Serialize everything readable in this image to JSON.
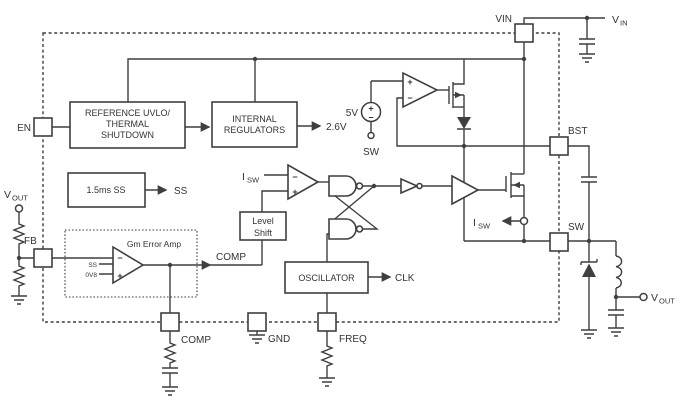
{
  "title": "switching-regulator-functional-block-diagram",
  "colors": {
    "line": "#3f3f3f",
    "text": "#333333",
    "background": "#ffffff"
  },
  "texts": {
    "pins": {
      "en": "EN",
      "fb": "FB",
      "vin": "VIN",
      "bst": "BST",
      "sw": "SW",
      "comp": "COMP",
      "gnd": "GND",
      "freq": "FREQ"
    },
    "blocks": {
      "ref1": "REFERENCE UVLO/",
      "ref2": "THERMAL",
      "ref3": "SHUTDOWN",
      "int1": "INTERNAL",
      "int2": "REGULATORS",
      "softstart": "1.5ms SS",
      "ls1": "Level",
      "ls2": "Shift",
      "osc": "OSCILLATOR",
      "gm": "Gm Error Amp"
    },
    "signals": {
      "v26": "2.6V",
      "v5": "5V",
      "sw_term": "SW",
      "ss_out": "SS",
      "ss_in": "SS",
      "ref0v8": "0V8",
      "comp_net": "COMP",
      "clk": "CLK"
    },
    "subscripted": {
      "v": "V",
      "in": "IN",
      "out": "OUT",
      "i": "I",
      "sw": "SW"
    },
    "ops": {
      "plus": "+",
      "minus": "−"
    }
  }
}
